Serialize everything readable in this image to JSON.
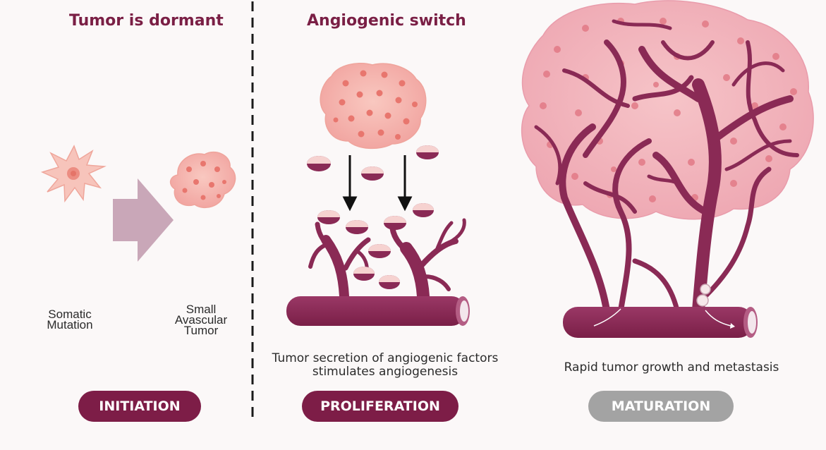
{
  "headings": {
    "dormant": "Tumor is dormant",
    "switch": "Angiogenic switch"
  },
  "labels": {
    "somatic": [
      "Somatic",
      "Mutation"
    ],
    "avascular": [
      "Small",
      "Avascular",
      "Tumor"
    ]
  },
  "captions": {
    "proliferation": [
      "Tumor secretion of angiogenic factors",
      "stimulates angiogenesis"
    ],
    "maturation": "Rapid tumor growth and metastasis"
  },
  "stages": [
    {
      "label": "INITIATION",
      "color": "#7d1d47"
    },
    {
      "label": "PROLIFERATION",
      "color": "#7d1d47"
    },
    {
      "label": "MATURATION",
      "color": "#a3a3a3"
    }
  ],
  "colors": {
    "vessel": "#8a2a55",
    "tumor": "#f2a8a4",
    "arrow": "#c7a7b6",
    "divider": "#1a1a1a"
  }
}
